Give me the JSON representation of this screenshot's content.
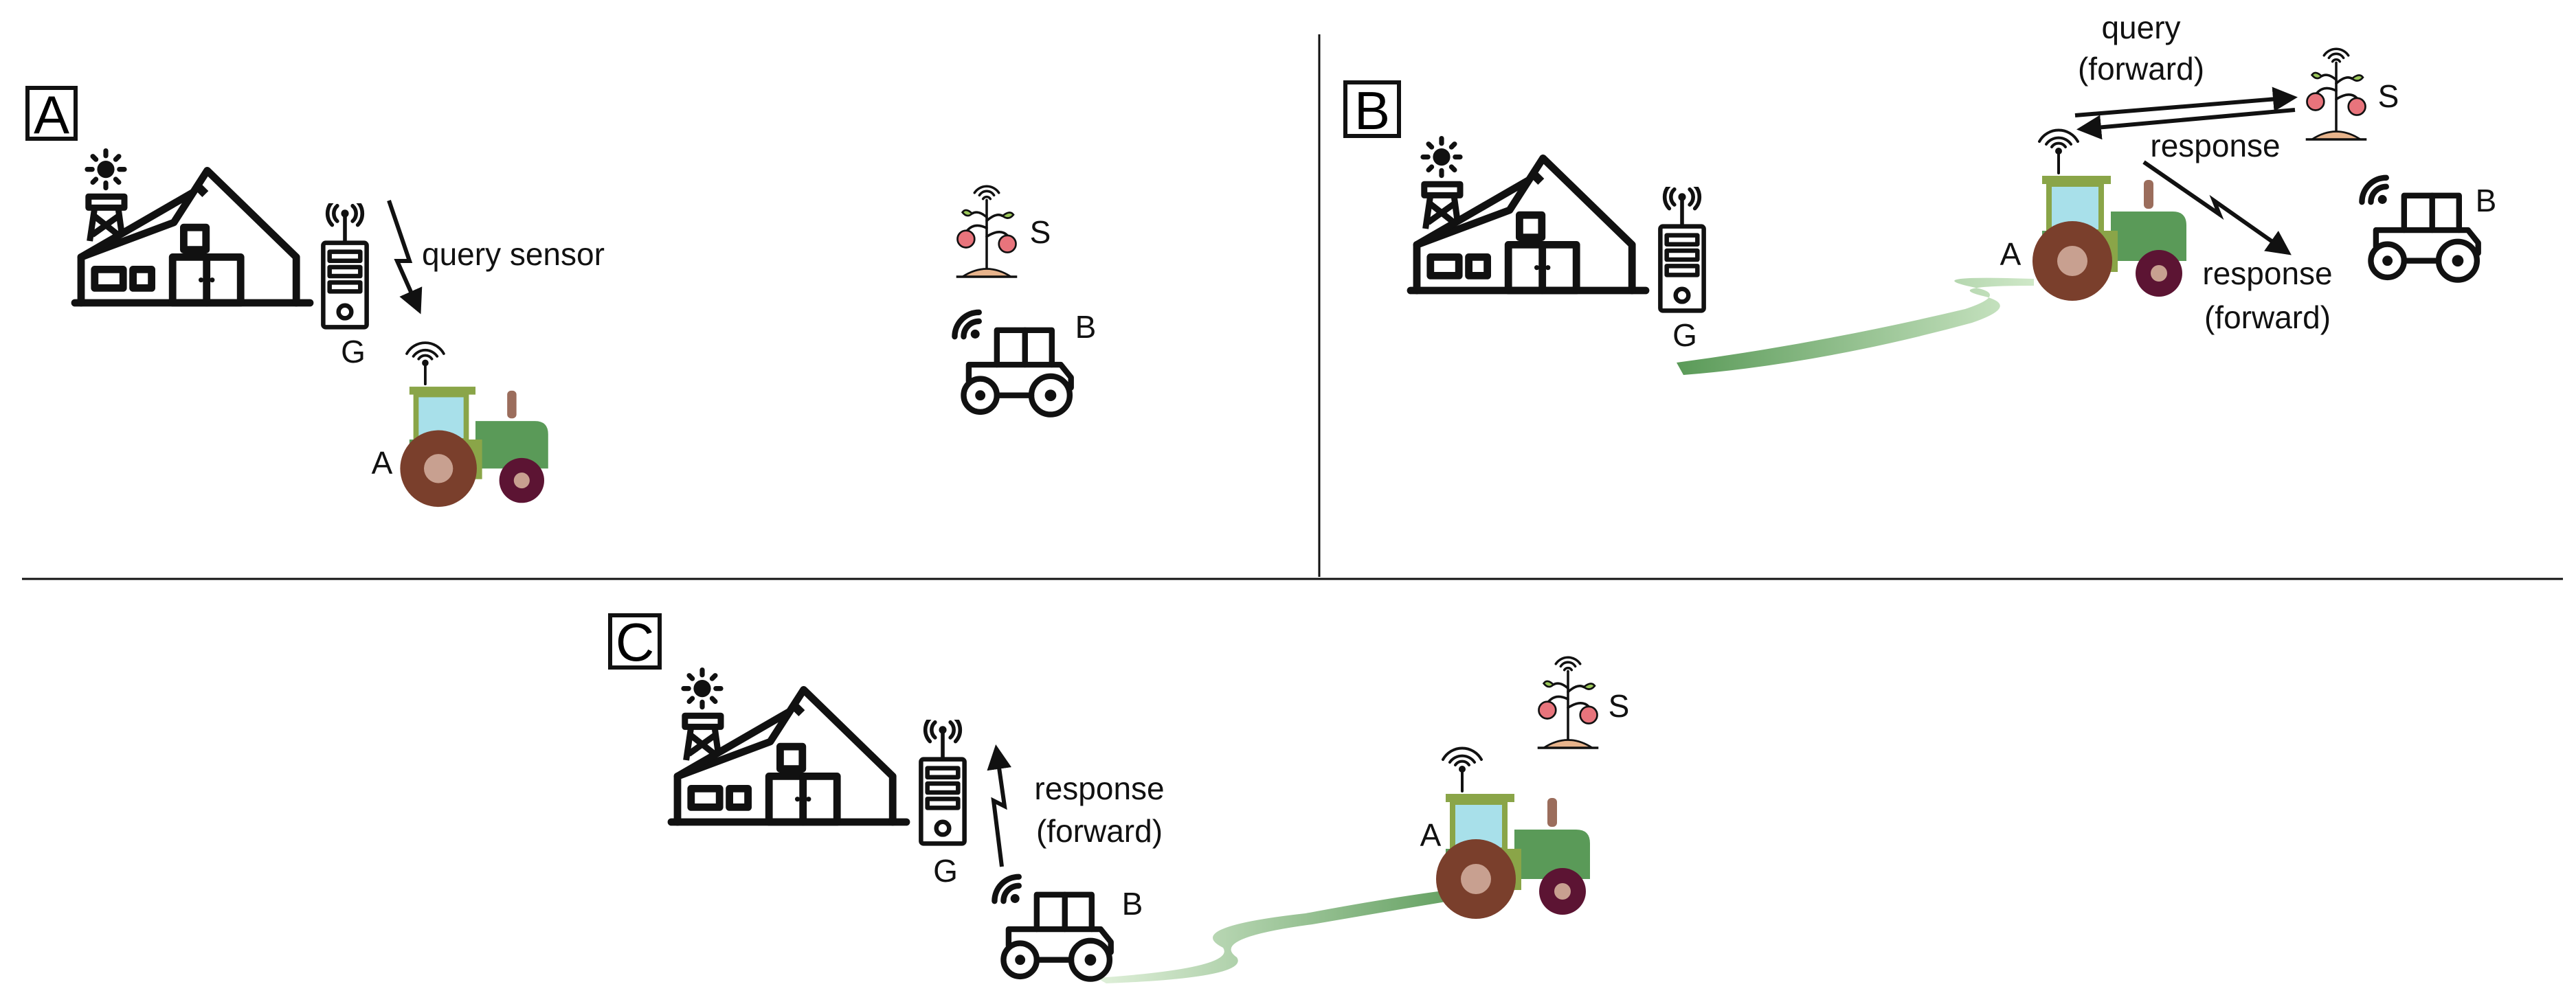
{
  "panels": {
    "A": {
      "letter": "A",
      "gateway_label": "G",
      "tractor_a_label": "A",
      "tractor_b_label": "B",
      "sensor_label": "S",
      "message": "query sensor"
    },
    "B": {
      "letter": "B",
      "gateway_label": "G",
      "tractor_a_label": "A",
      "tractor_b_label": "B",
      "sensor_label": "S",
      "query_line1": "query",
      "query_line2": "(forward)",
      "response": "response",
      "response_fwd_line1": "response",
      "response_fwd_line2": "(forward)"
    },
    "C": {
      "letter": "C",
      "gateway_label": "G",
      "tractor_a_label": "A",
      "tractor_b_label": "B",
      "sensor_label": "S",
      "message_line1": "response",
      "message_line2": "(forward)"
    }
  },
  "colors": {
    "ink": "#111111",
    "tractor_green": "#5a9a58",
    "tractor_olive": "#8aa548",
    "tractor_cab_glass": "#a8e0ea",
    "wheel_brown": "#7a3f2c",
    "wheel_small": "#5c1433",
    "path_green": "#7fb87a",
    "tomato_red": "#e8747c",
    "soil": "#e8b48c"
  },
  "icons": [
    "farm-house-icon",
    "wind-pump-icon",
    "gateway-server-icon",
    "wifi-icon",
    "tractor-icon",
    "sensor-plant-icon"
  ]
}
